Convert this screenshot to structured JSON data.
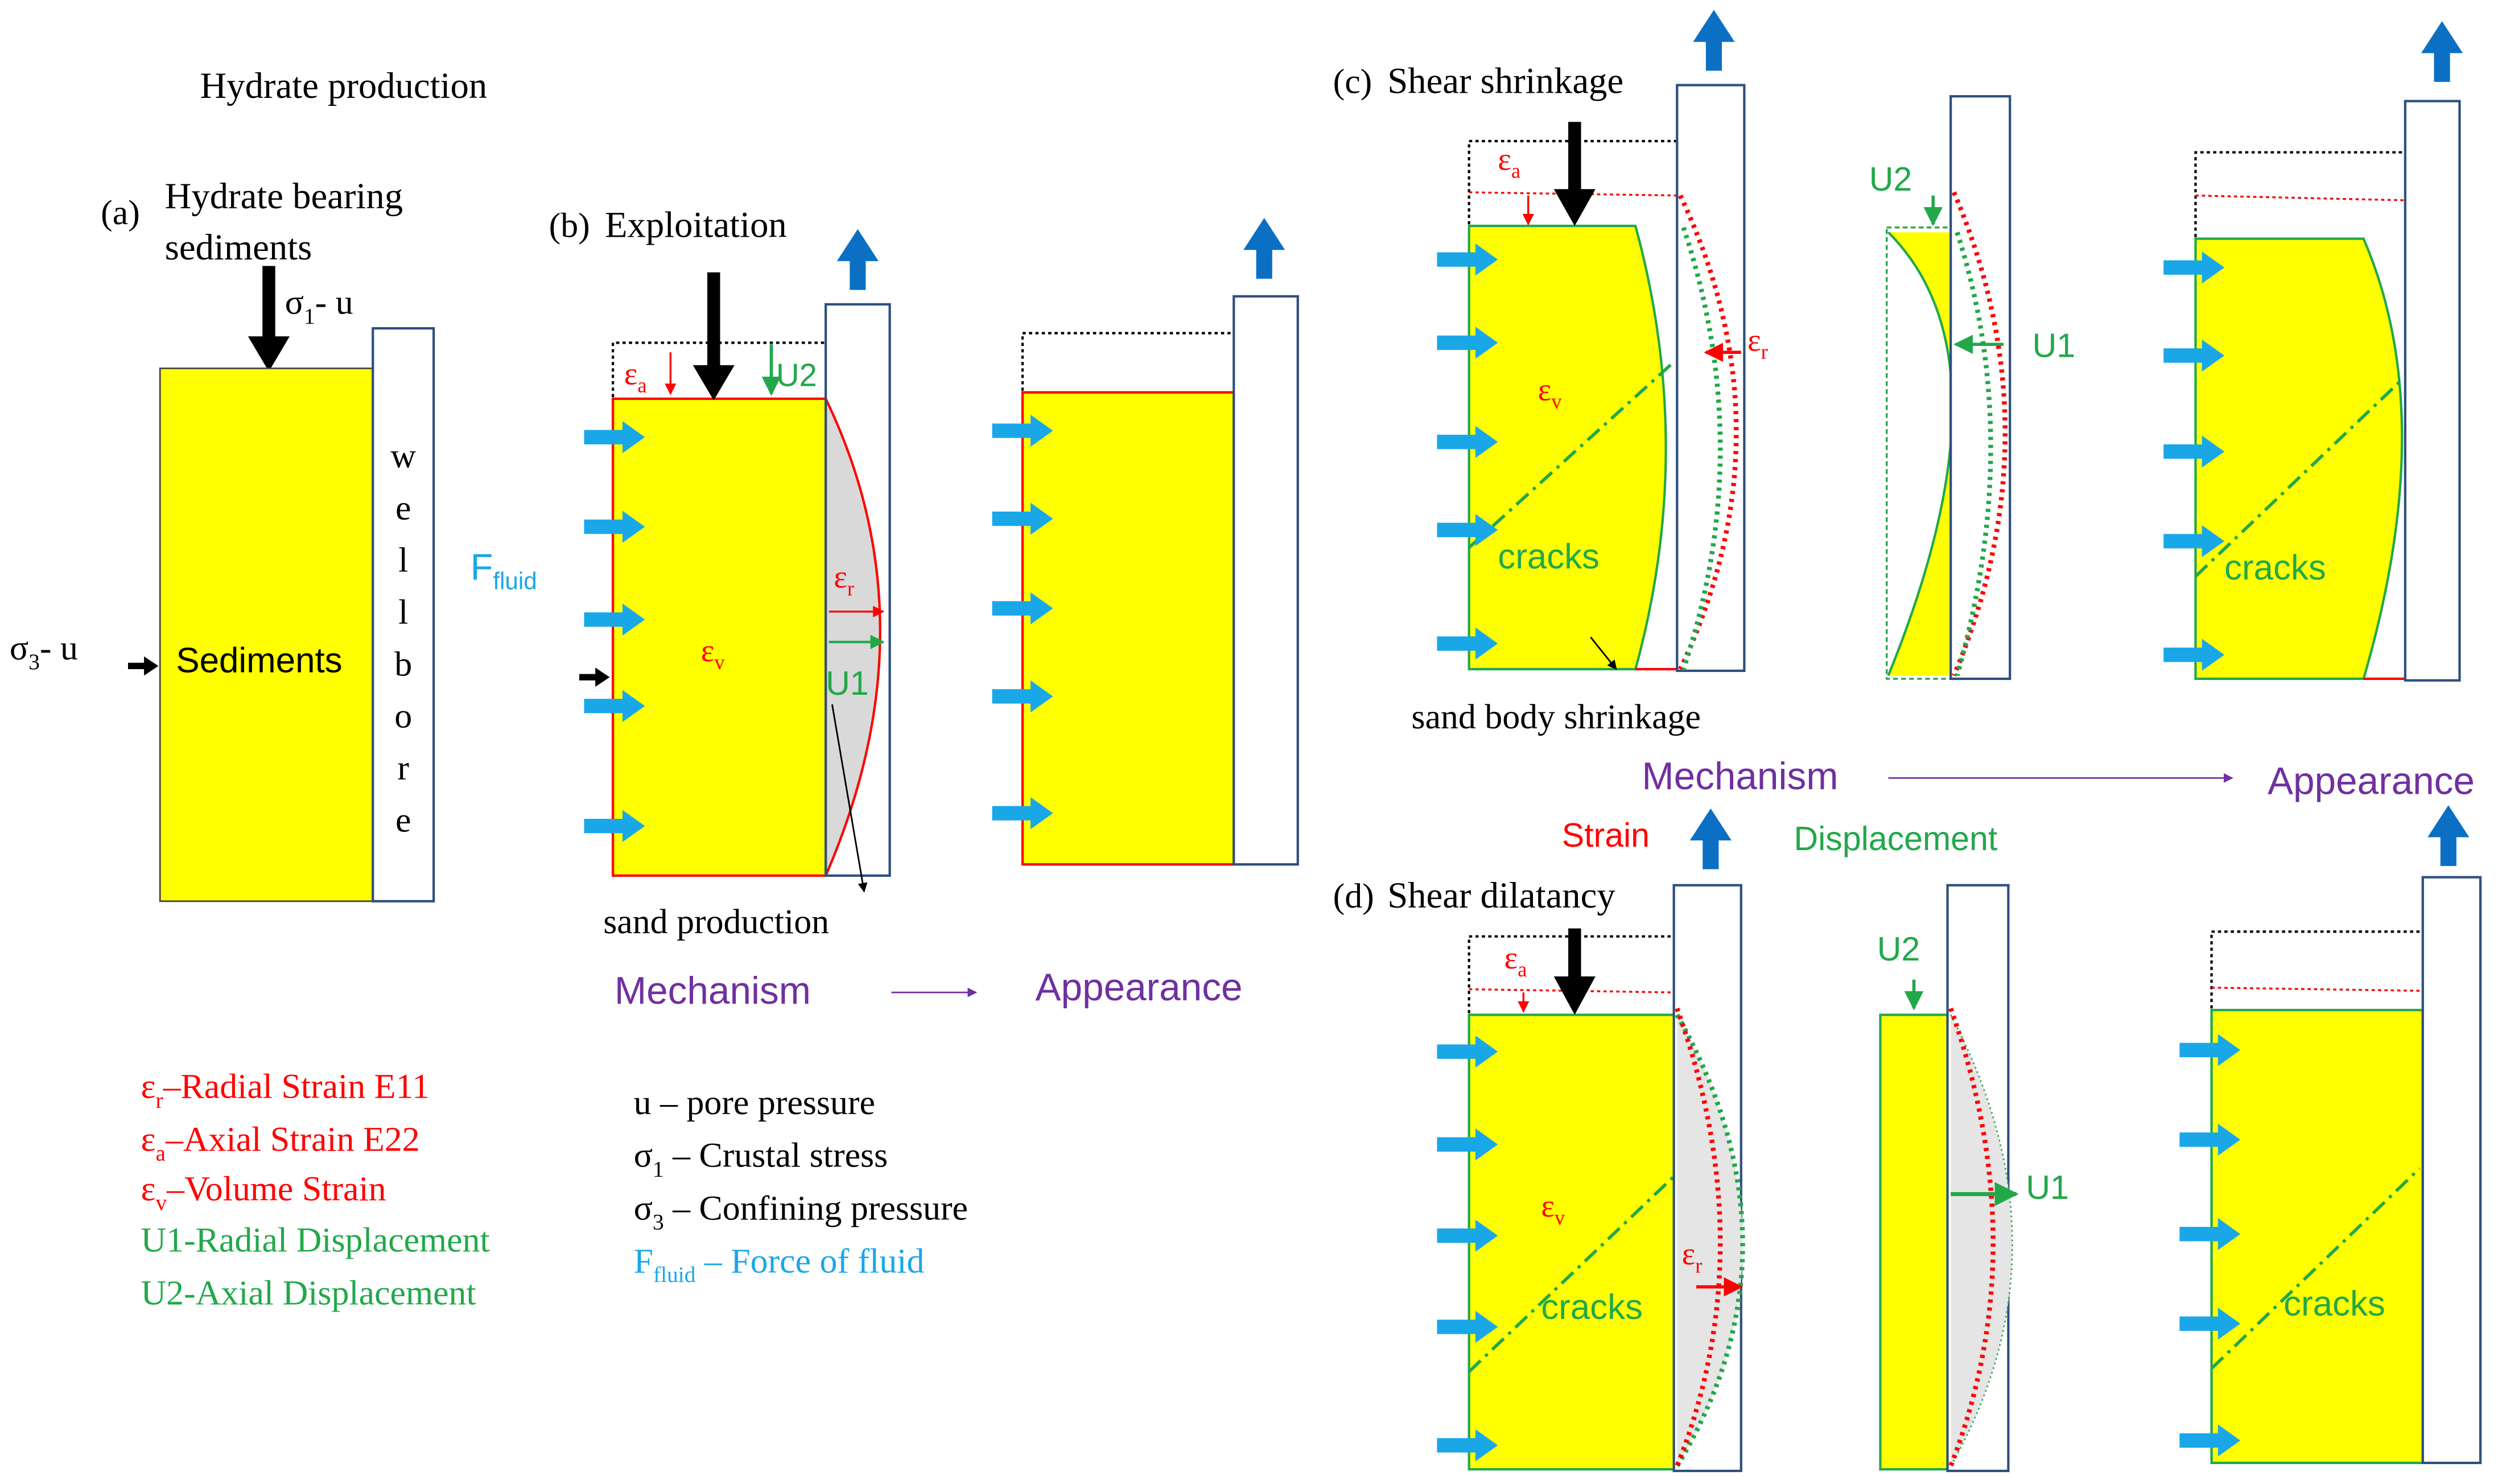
{
  "title": "Hydrate production",
  "panel_a": {
    "label": "(a)",
    "caption_line1": "Hydrate bearing",
    "caption_line2": "sediments",
    "sigma1": "σ",
    "sigma1_sub": "1",
    "sigma1_rest": "- u",
    "sigma3": "σ",
    "sigma3_sub": "3",
    "sigma3_rest": "- u",
    "block_label": "Sediments",
    "wellbore_letters": [
      "w",
      "e",
      "l",
      "l",
      "b",
      "o",
      "r",
      "e"
    ]
  },
  "fluid_label": {
    "main": "F",
    "sub": "fluid"
  },
  "panel_b": {
    "label": "(b)",
    "caption": "Exploitation",
    "eps_a": "ε",
    "eps_a_sub": "a",
    "eps_r": "ε",
    "eps_r_sub": "r",
    "eps_v": "ε",
    "eps_v_sub": "v",
    "u1": "U1",
    "u2": "U2",
    "sand_label": "sand production",
    "mechanism": "Mechanism",
    "appearance": "Appearance"
  },
  "panel_c": {
    "label": "(c)",
    "caption": "Shear shrinkage",
    "eps_a": "ε",
    "eps_a_sub": "a",
    "eps_r": "ε",
    "eps_r_sub": "r",
    "eps_v": "ε",
    "eps_v_sub": "v",
    "cracks": "cracks",
    "cracks_right": "cracks",
    "u1": "U1",
    "u2": "U2",
    "shrink_label": "sand body shrinkage",
    "mechanism": "Mechanism",
    "appearance": "Appearance",
    "strain": "Strain",
    "displacement": "Displacement"
  },
  "panel_d": {
    "label": "(d)",
    "caption": "Shear dilatancy",
    "eps_a": "ε",
    "eps_a_sub": "a",
    "eps_r": "ε",
    "eps_r_sub": "r",
    "eps_v": "ε",
    "eps_v_sub": "v",
    "cracks": "cracks",
    "cracks_right": "cracks",
    "u1": "U1",
    "u2": "U2"
  },
  "legend_red": [
    {
      "sym": "ε",
      "sub": "r",
      "text": "–Radial Strain E11"
    },
    {
      "sym": "ε",
      "sub": "a",
      "text": "–Axial Strain E22"
    },
    {
      "sym": "ε",
      "sub": "v",
      "text": "–Volume  Strain"
    }
  ],
  "legend_green": [
    {
      "text": "U1-Radial Displacement"
    },
    {
      "text": "U2-Axial Displacement"
    }
  ],
  "legend_black": [
    {
      "sym": "u",
      "sub": "",
      "text": " – pore pressure"
    },
    {
      "sym": "σ",
      "sub": "1",
      "text": " – Crustal stress"
    },
    {
      "sym": "σ",
      "sub": "3",
      "text": " – Confining pressure"
    }
  ],
  "legend_blue": {
    "sym": "F",
    "sub": "fluid",
    "text": " – Force of fluid"
  },
  "colors": {
    "yellow": "#ffff00",
    "red": "#ff0000",
    "green": "#22a84a",
    "cyan": "#1aa7e8",
    "blue_arrow": "#0b70c4",
    "purple": "#7030a0",
    "black": "#000000",
    "wellbore_border": "#2e4f7e",
    "grey_fill": "#d9d9d9"
  }
}
